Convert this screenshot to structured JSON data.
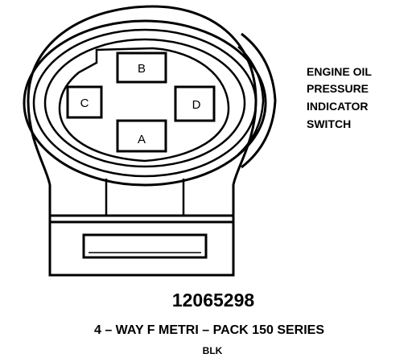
{
  "connector": {
    "pins": [
      {
        "id": "A",
        "label": "A"
      },
      {
        "id": "B",
        "label": "B"
      },
      {
        "id": "C",
        "label": "C"
      },
      {
        "id": "D",
        "label": "D"
      }
    ]
  },
  "description": {
    "lines": [
      "ENGINE OIL",
      "PRESSURE",
      "INDICATOR",
      "SWITCH"
    ]
  },
  "part_number": "12065298",
  "series": "4 – WAY F METRI – PACK 150 SERIES",
  "color": "BLK",
  "colors": {
    "line": "#000000",
    "background": "#ffffff"
  }
}
